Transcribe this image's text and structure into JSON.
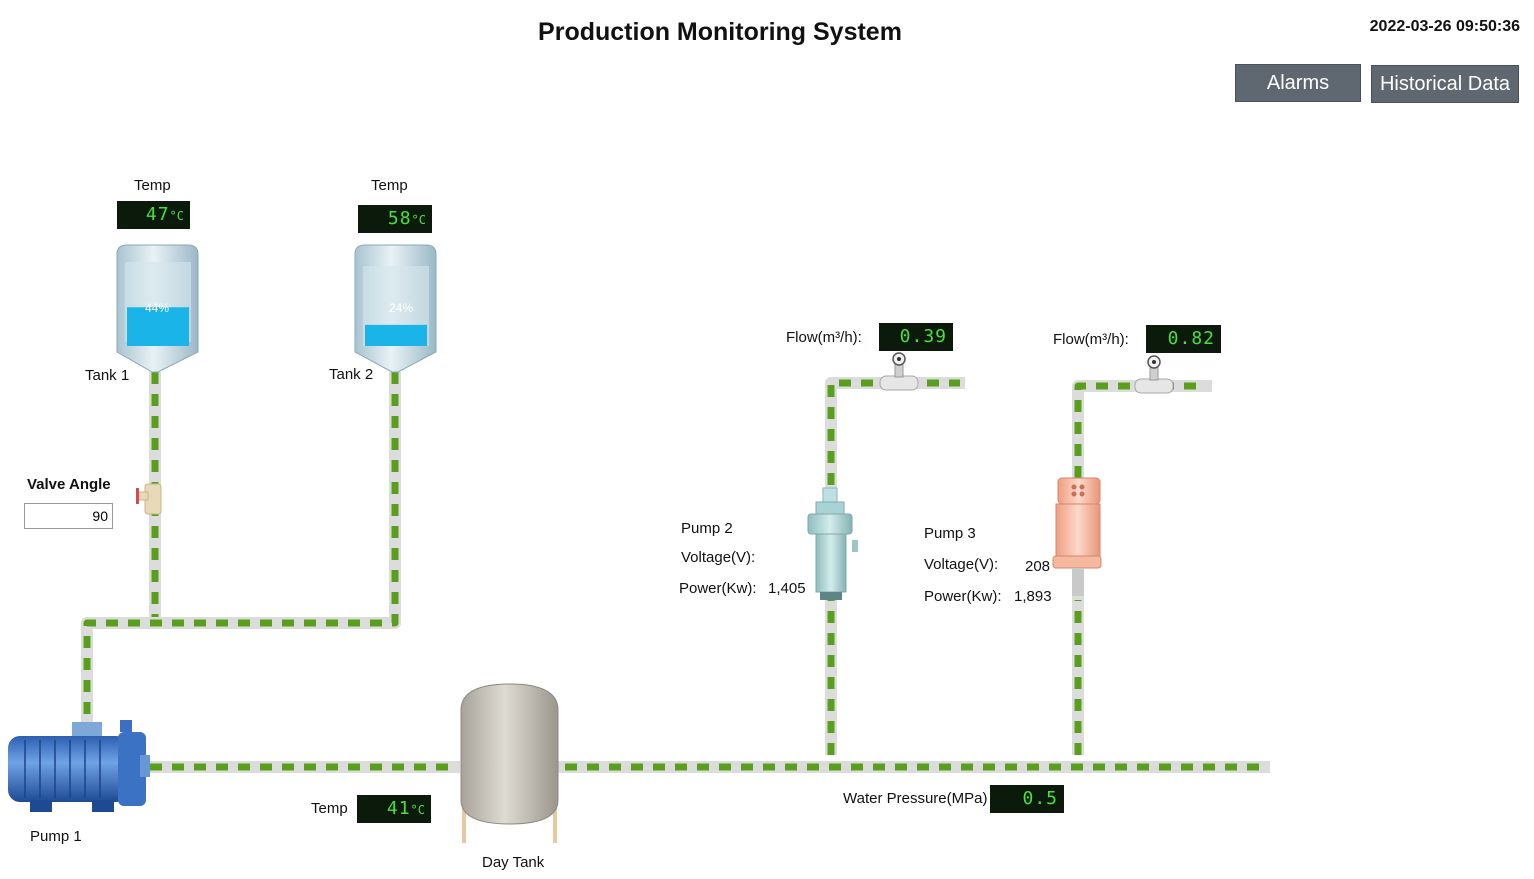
{
  "header": {
    "title": "Production Monitoring System",
    "datetime": "2022-03-26 09:50:36",
    "alarms_label": "Alarms",
    "history_label": "Historical Data"
  },
  "tank1": {
    "name": "Tank 1",
    "temp_label": "Temp",
    "temp_value": "47",
    "temp_unit": "°C",
    "level_text": "44%",
    "level": 0.44
  },
  "tank2": {
    "name": "Tank 2",
    "temp_label": "Temp",
    "temp_value": "58",
    "temp_unit": "°C",
    "level_text": "24%",
    "level": 0.24
  },
  "valve": {
    "label": "Valve Angle",
    "value": "90"
  },
  "pump1": {
    "name": "Pump 1",
    "temp_label": "Temp",
    "temp_value": "41",
    "temp_unit": "°C"
  },
  "day_tank": {
    "name": "Day Tank"
  },
  "pump2": {
    "name": "Pump 2",
    "voltage_label": "Voltage(V):",
    "voltage_value": "",
    "power_label": "Power(Kw):",
    "power_value": "1,405",
    "flow_label": "Flow(m³/h):",
    "flow_value": "0.39"
  },
  "pump3": {
    "name": "Pump 3",
    "voltage_label": "Voltage(V):",
    "voltage_value": "208",
    "power_label": "Power(Kw):",
    "power_value": "1,893",
    "flow_label": "Flow(m³/h):",
    "flow_value": "0.82"
  },
  "pressure": {
    "label": "Water Pressure(MPa)",
    "value": "0.5"
  },
  "colors": {
    "pipe": "#dcdcdc",
    "flow": "#5a9e1e",
    "lcd_bg": "#0b1a0b",
    "lcd_text": "#49e03a",
    "tank_fill": "#1ab4e8",
    "button": "#5f6770"
  }
}
